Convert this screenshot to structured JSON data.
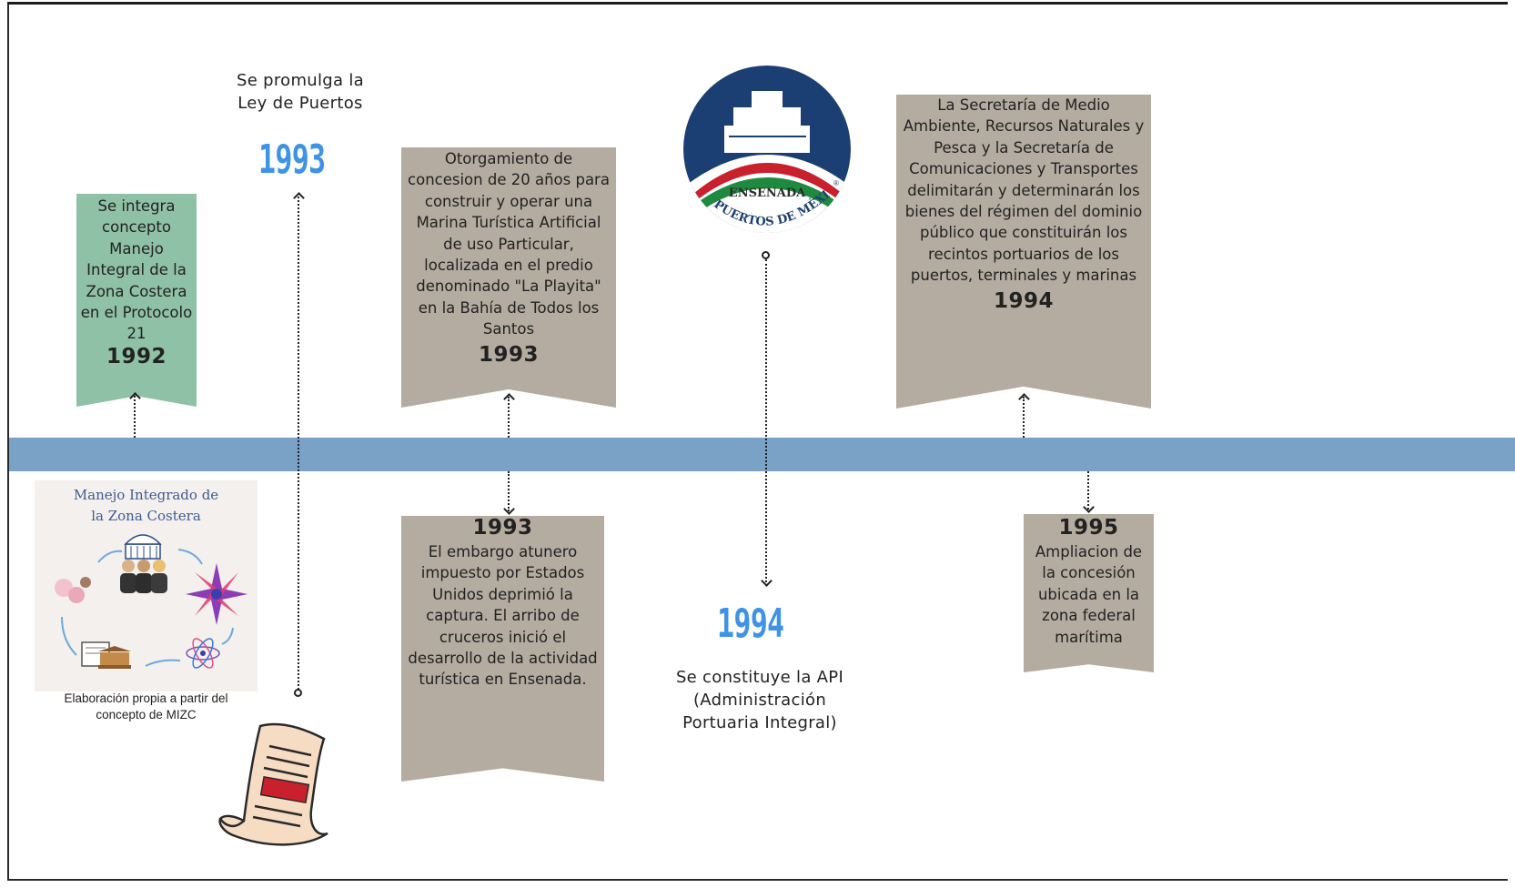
{
  "events": [
    {
      "id": "e1992",
      "text": "Se integra concepto Manejo Integral de la Zona Costera en el Protocolo 21",
      "year": "1992"
    },
    {
      "id": "e1993_law",
      "text_line1": "Se promulga la",
      "text_line2": "Ley de Puertos",
      "year": "1993"
    },
    {
      "id": "e1993_marina",
      "text": "Otorgamiento de concesion de 20 años para construir y operar una Marina Turística Artificial de uso Particular, localizada en el predio denominado \"La Playita\" en la Bahía de Todos los Santos",
      "year": "1993"
    },
    {
      "id": "e1993_embargo",
      "year": "1993",
      "text": "El embargo atunero impuesto por Estados Unidos deprimió la captura. El arribo de cruceros inició el desarrollo de la actividad turística en Ensenada."
    },
    {
      "id": "e1994_api",
      "year": "1994",
      "text": "Se constituye la API (Administración Portuaria Integral)"
    },
    {
      "id": "e1994_sec",
      "text": "La Secretaría de Medio Ambiente, Recursos Naturales y Pesca y la Secretaría de Comunicaciones y Transportes delimitarán y determinarán los bienes del régimen del dominio público que constituirán los recintos portuarios de los puertos, terminales y marinas",
      "year": "1994"
    },
    {
      "id": "e1995",
      "year": "1995",
      "text": "Ampliacion de la concesión ubicada en la zona federal marítima"
    }
  ],
  "logo": {
    "top_text": "ENSENADA",
    "ring_text": "PUERTOS DE MÉXICO",
    "registered": "®"
  },
  "mizc": {
    "title_line1": "Manejo Integrado de",
    "title_line2": "la Zona Costera",
    "caption_line1": "Elaboración propia a partir del",
    "caption_line2": "concepto de MIZC"
  },
  "icons": [
    "government-building-icon",
    "people-group-icon",
    "handshake-icon",
    "radial-people-icon",
    "atom-icon",
    "document-institution-icon",
    "scroll-document-icon",
    "ship-logo-icon"
  ],
  "colors": {
    "timeline_bar": "#7aa2c7",
    "green_flag": "#8fc1a6",
    "taupe_flag": "#b4aca1",
    "big_year": "#3f93e6",
    "logo_navy": "#1c3f73",
    "logo_red": "#c8202c",
    "logo_green": "#1f8a3f"
  }
}
